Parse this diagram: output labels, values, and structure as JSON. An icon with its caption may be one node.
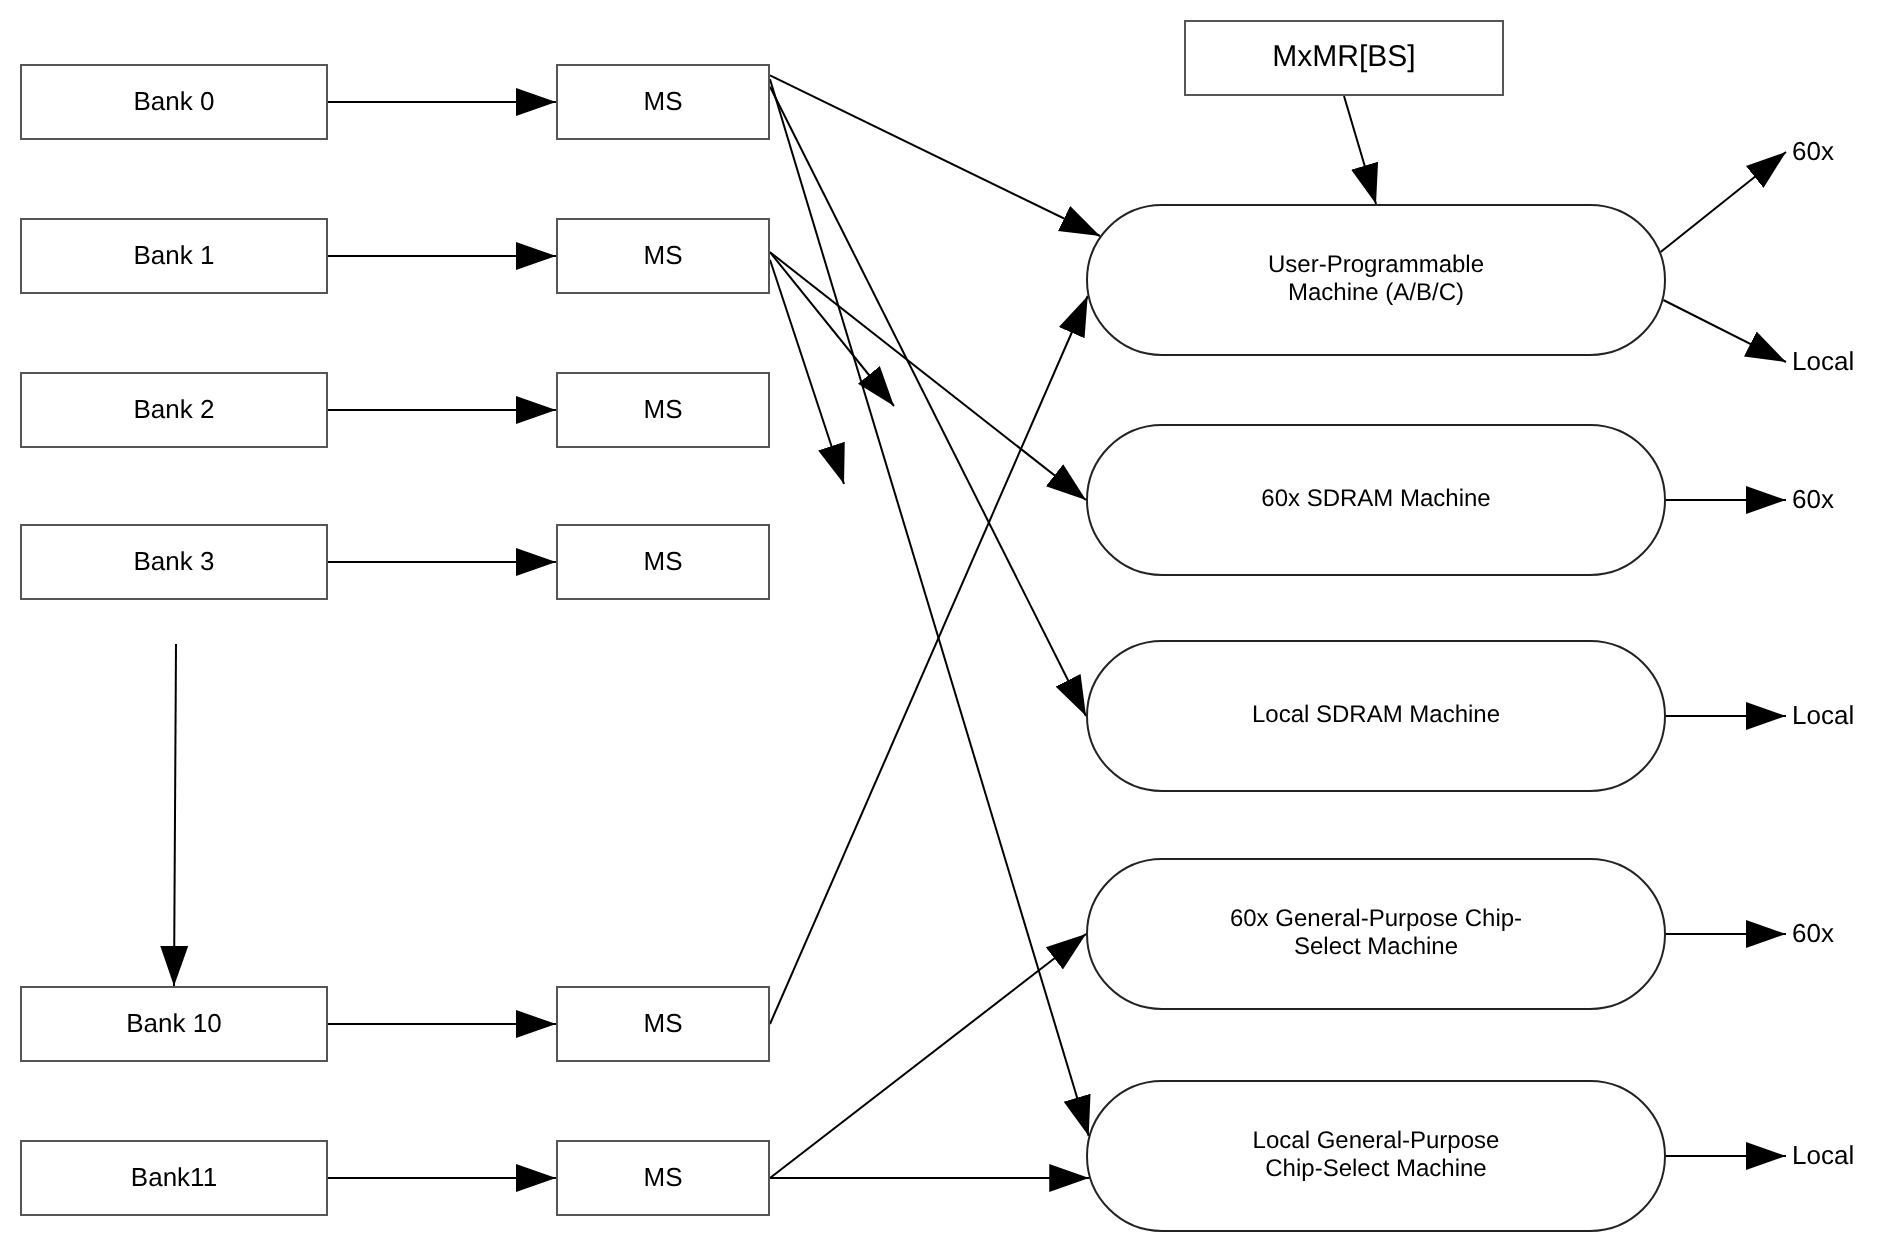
{
  "diagram": {
    "nodes": [
      {
        "text": [
          "Bank 0"
        ]
      },
      {
        "text": [
          "MS"
        ]
      },
      {
        "text": [
          "Bank 1"
        ]
      },
      {
        "text": [
          "MS"
        ]
      },
      {
        "text": [
          "Bank 2"
        ]
      },
      {
        "text": [
          "MS"
        ]
      },
      {
        "text": [
          "Bank 3"
        ]
      },
      {
        "text": [
          "MS"
        ]
      },
      {
        "text": [
          "Bank 10"
        ]
      },
      {
        "text": [
          "MS"
        ]
      },
      {
        "text": [
          "Bank11"
        ]
      },
      {
        "text": [
          "MS"
        ]
      },
      {
        "text": [
          "MxMR[BS]"
        ]
      },
      {
        "text": [
          "User-Programmable Machine (A/B/C)"
        ]
      },
      {
        "text": [
          "60x SDRAM Machine"
        ]
      },
      {
        "text": [
          "Local SDRAM Machine"
        ]
      },
      {
        "text": [
          "60x General-Purpose Chip-Select Machine"
        ]
      },
      {
        "text": [
          "Local General-Purpose Chip-Select Machine"
        ]
      },
      {
        "text": [
          "60x"
        ]
      },
      {
        "text": [
          "Local"
        ]
      },
      {
        "text": [
          "60x"
        ]
      },
      {
        "text": [
          "Local"
        ]
      },
      {
        "text": [
          "60x"
        ]
      },
      {
        "text": [
          "Local"
        ]
      }
    ],
    "edges": [
      {
        "from": 0,
        "to": 1,
        "arrow": "to"
      },
      {
        "from": 2,
        "to": 3,
        "arrow": "to"
      },
      {
        "from": 4,
        "to": 5,
        "arrow": "to"
      },
      {
        "from": 6,
        "to": 7,
        "arrow": "to"
      },
      {
        "from": 8,
        "to": 9,
        "arrow": "to"
      },
      {
        "from": 10,
        "to": 11,
        "arrow": "to"
      },
      {
        "from": null,
        "to": 8,
        "arrow": "to"
      },
      {
        "from": 12,
        "to": 13,
        "arrow": "to"
      },
      {
        "from": 1,
        "to": 13,
        "arrow": "to"
      },
      {
        "from": 1,
        "to": 15,
        "arrow": "to"
      },
      {
        "from": 1,
        "to": 17,
        "arrow": "to"
      },
      {
        "from": 3,
        "to": 14,
        "arrow": "to"
      },
      {
        "from": 3,
        "to": null,
        "arrow": "to"
      },
      {
        "from": 3,
        "to": null,
        "arrow": "to"
      },
      {
        "from": 9,
        "to": 13,
        "arrow": "to"
      },
      {
        "from": 11,
        "to": 16,
        "arrow": "to"
      },
      {
        "from": 11,
        "to": 17,
        "arrow": "to"
      },
      {
        "from": 13,
        "to": 18,
        "arrow": "to"
      },
      {
        "from": 13,
        "to": 19,
        "arrow": "to"
      },
      {
        "from": 14,
        "to": 20,
        "arrow": "to"
      },
      {
        "from": 15,
        "to": 21,
        "arrow": "to"
      },
      {
        "from": 16,
        "to": 22,
        "arrow": "to"
      },
      {
        "from": 17,
        "to": 23,
        "arrow": "to"
      }
    ]
  }
}
